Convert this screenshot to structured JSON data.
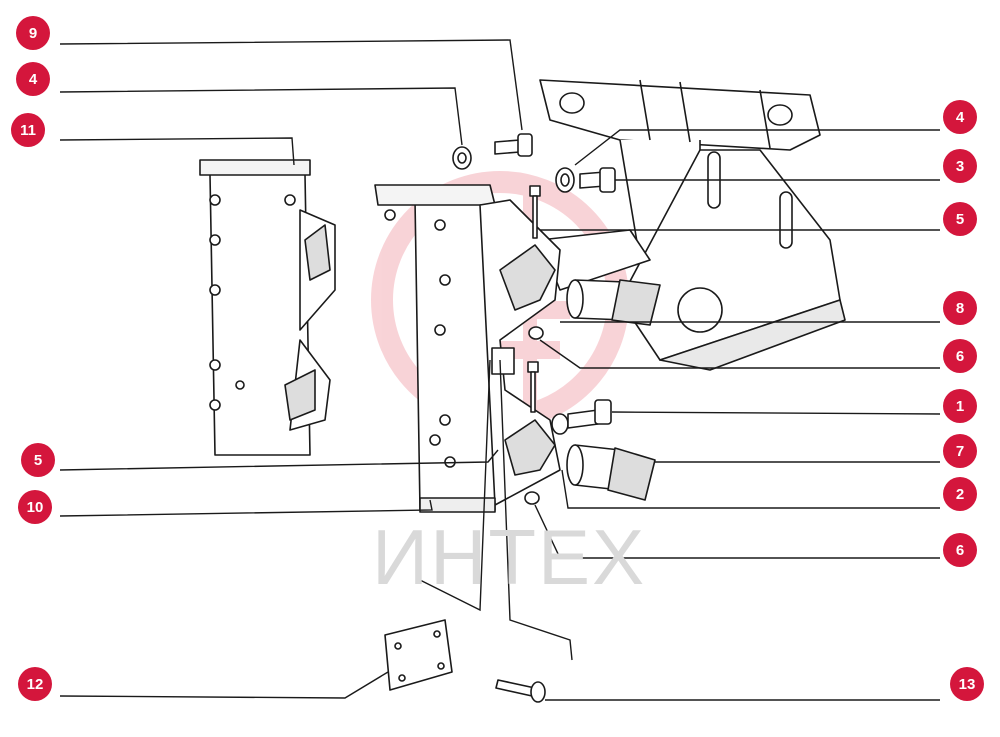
{
  "theme": {
    "badge_color": "#d4163c",
    "line_color": "#1a1a1a",
    "watermark_color": "#e23a4e"
  },
  "watermark": {
    "text": "ИНТЕХ"
  },
  "callouts": [
    {
      "id": "9-top-left",
      "number": "9"
    },
    {
      "id": "4-left",
      "number": "4"
    },
    {
      "id": "11",
      "number": "11"
    },
    {
      "id": "5-left",
      "number": "5"
    },
    {
      "id": "10",
      "number": "10"
    },
    {
      "id": "12",
      "number": "12"
    },
    {
      "id": "4-right",
      "number": "4"
    },
    {
      "id": "3",
      "number": "3"
    },
    {
      "id": "5-right",
      "number": "5"
    },
    {
      "id": "8",
      "number": "8"
    },
    {
      "id": "6-upper",
      "number": "6"
    },
    {
      "id": "1",
      "number": "1"
    },
    {
      "id": "7",
      "number": "7"
    },
    {
      "id": "2",
      "number": "2"
    },
    {
      "id": "6-lower",
      "number": "6"
    },
    {
      "id": "13",
      "number": "13"
    }
  ]
}
